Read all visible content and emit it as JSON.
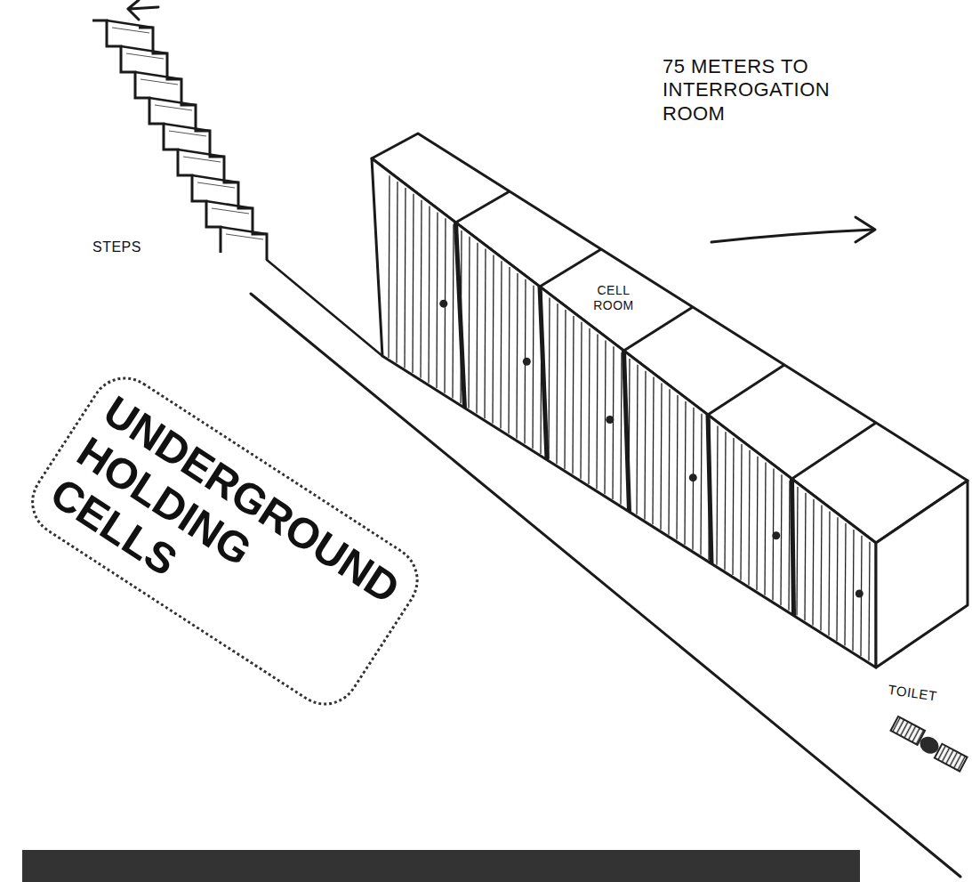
{
  "diagram": {
    "title": "UNDERGROUND HOLDING CELLS",
    "nodes": [
      {
        "text": [
          "CELL ROOM"
        ]
      }
    ],
    "labels": [
      "75 METERS TO INTERROGATION ROOM",
      "STEPS",
      "TOILET"
    ]
  }
}
